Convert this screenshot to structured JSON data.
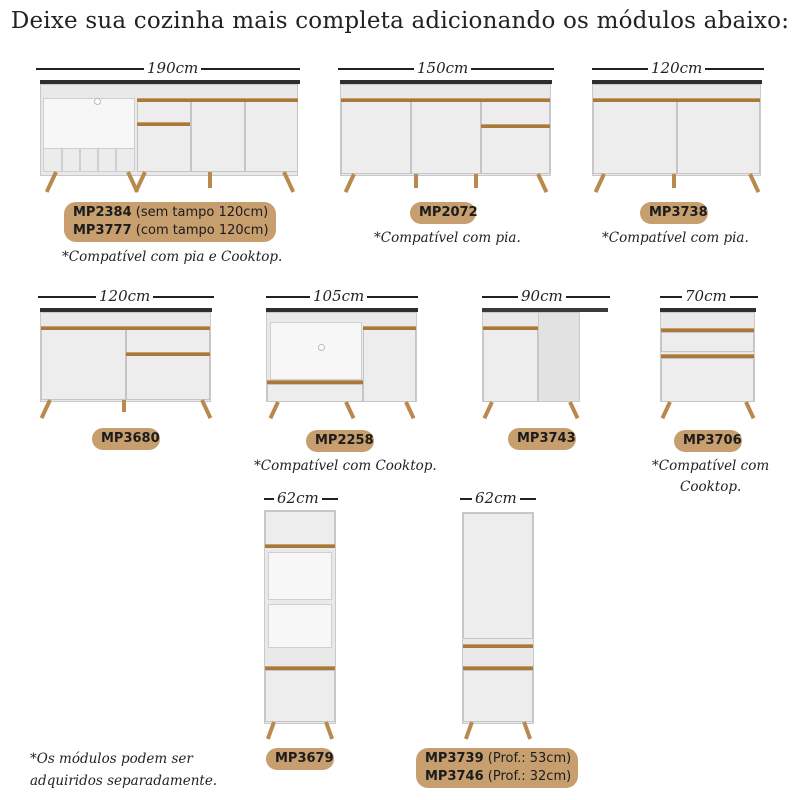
{
  "title": "Deixe sua cozinha mais completa adicionando os módulos abaixo:",
  "modules": [
    {
      "width_label": "190cm",
      "codes": [
        {
          "code": "MP2384",
          "detail": " (sem tampo 120cm)"
        },
        {
          "code": "MP3777",
          "detail": " (com tampo 120cm)"
        }
      ],
      "note": "*Compatível com pia e Cooktop."
    },
    {
      "width_label": "150cm",
      "codes": [
        {
          "code": "MP2072",
          "detail": ""
        }
      ],
      "note": "*Compatível com pia."
    },
    {
      "width_label": "120cm",
      "codes": [
        {
          "code": "MP3738",
          "detail": ""
        }
      ],
      "note": "*Compatível com pia."
    },
    {
      "width_label": "120cm",
      "codes": [
        {
          "code": "MP3680",
          "detail": ""
        }
      ],
      "note": ""
    },
    {
      "width_label": "105cm",
      "codes": [
        {
          "code": "MP2258",
          "detail": ""
        }
      ],
      "note": "*Compatível com Cooktop."
    },
    {
      "width_label": "90cm",
      "codes": [
        {
          "code": "MP3743",
          "detail": ""
        }
      ],
      "note": ""
    },
    {
      "width_label": "70cm",
      "codes": [
        {
          "code": "MP3706",
          "detail": ""
        }
      ],
      "note_line1": "*Compatível com",
      "note_line2": "Cooktop."
    },
    {
      "width_label": "62cm",
      "codes": [
        {
          "code": "MP3679",
          "detail": ""
        }
      ],
      "note": ""
    },
    {
      "width_label": "62cm",
      "codes": [
        {
          "code": "MP3739",
          "detail": " (Prof.: 53cm)"
        },
        {
          "code": "MP3746",
          "detail": " (Prof.: 32cm)"
        }
      ],
      "note": ""
    }
  ],
  "footer_note": {
    "line1": "*Os módulos podem ser",
    "line2": "adquiridos separadamente."
  },
  "colors": {
    "badge": "#c79e6e",
    "handle": "#a8793f",
    "leg": "#b98a4e",
    "countertop": "#2e2e2e",
    "cabinet": "#e9e9ea"
  }
}
